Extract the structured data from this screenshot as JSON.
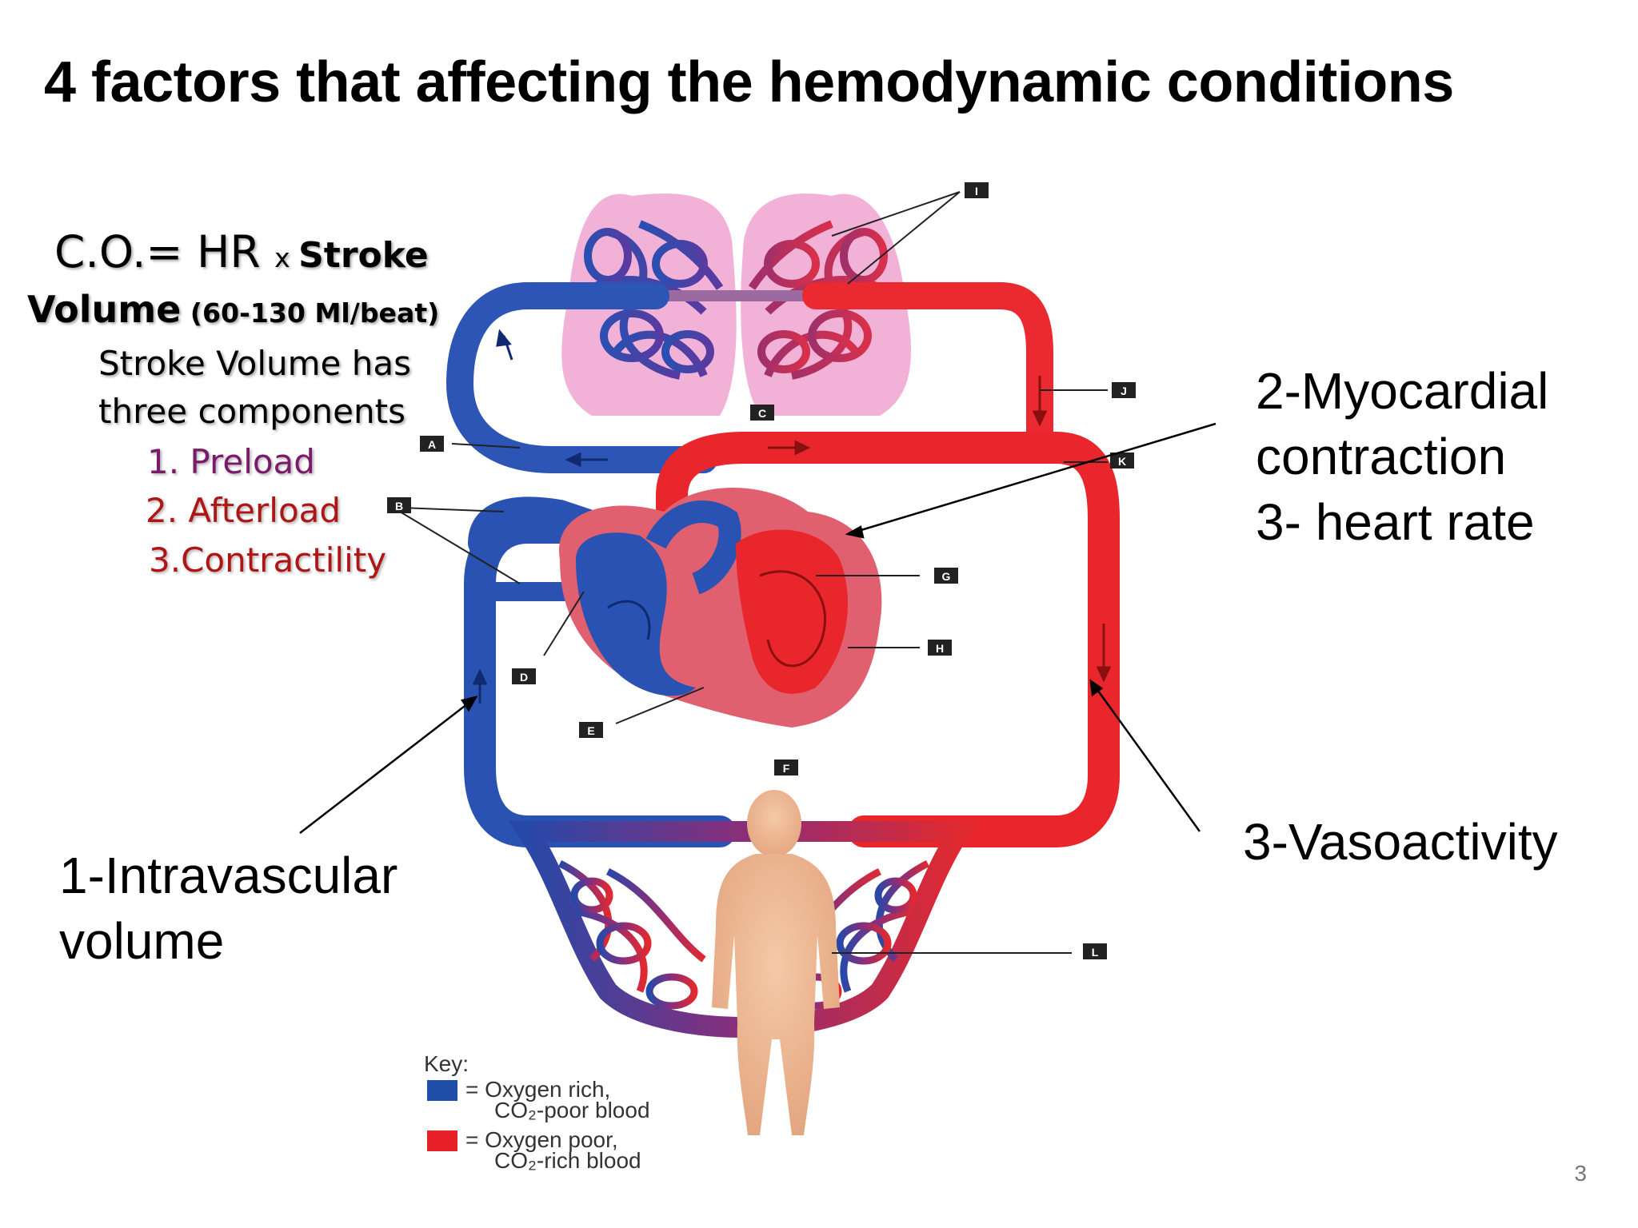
{
  "slide": {
    "title": "4 factors that affecting the hemodynamic conditions",
    "page_number": "3"
  },
  "formula": {
    "co_prefix": "C.O.= HR ",
    "co_times": "x ",
    "co_stroke": "Stroke",
    "volume_word": "Volume",
    "volume_range": " (60-130 Ml/beat)",
    "sv_line1": "Stroke Volume has",
    "sv_line2": "three components",
    "components": [
      "1. Preload",
      "2. Afterload",
      "3.Contractility"
    ]
  },
  "factors": {
    "f1_line1": "1-Intravascular",
    "f1_line2": "volume",
    "f2_line1": "2-Myocardial",
    "f2_line2": "contraction",
    "f2_line3": "3- heart rate",
    "f3": "3-Vasoactivity"
  },
  "diagram_labels": [
    "A",
    "B",
    "C",
    "D",
    "E",
    "F",
    "G",
    "H",
    "I",
    "J",
    "K",
    "L"
  ],
  "key": {
    "title": "Key:",
    "blue_line1": "= Oxygen rich,",
    "blue_line2": "CO₂-poor blood",
    "red_line1": "= Oxygen poor,",
    "red_line2": "CO₂-rich blood",
    "blue_color": "#1f4fa8",
    "red_color": "#e8202a"
  },
  "colors": {
    "component_1": "#7a1a6a",
    "component_2": "#b01515",
    "component_3": "#b01515"
  }
}
